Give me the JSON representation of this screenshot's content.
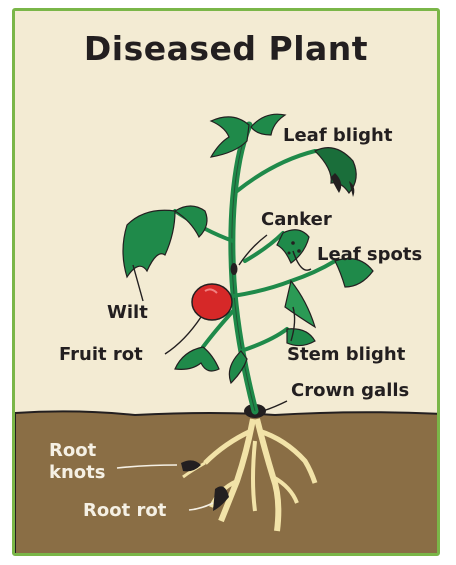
{
  "title": "Diseased Plant",
  "labels": {
    "leaf_blight": "Leaf blight",
    "canker": "Canker",
    "leaf_spots": "Leaf spots",
    "wilt": "Wilt",
    "fruit_rot": "Fruit rot",
    "stem_blight": "Stem blight",
    "crown_galls": "Crown galls",
    "root_knots_1": "Root",
    "root_knots_2": "knots",
    "root_rot": "Root rot"
  },
  "colors": {
    "border": "#7ab648",
    "background": "#f3ebd3",
    "soil": "#8a6e45",
    "leaf": "#1f8a4a",
    "fruit": "#d62828",
    "root": "#f2e3a8"
  }
}
